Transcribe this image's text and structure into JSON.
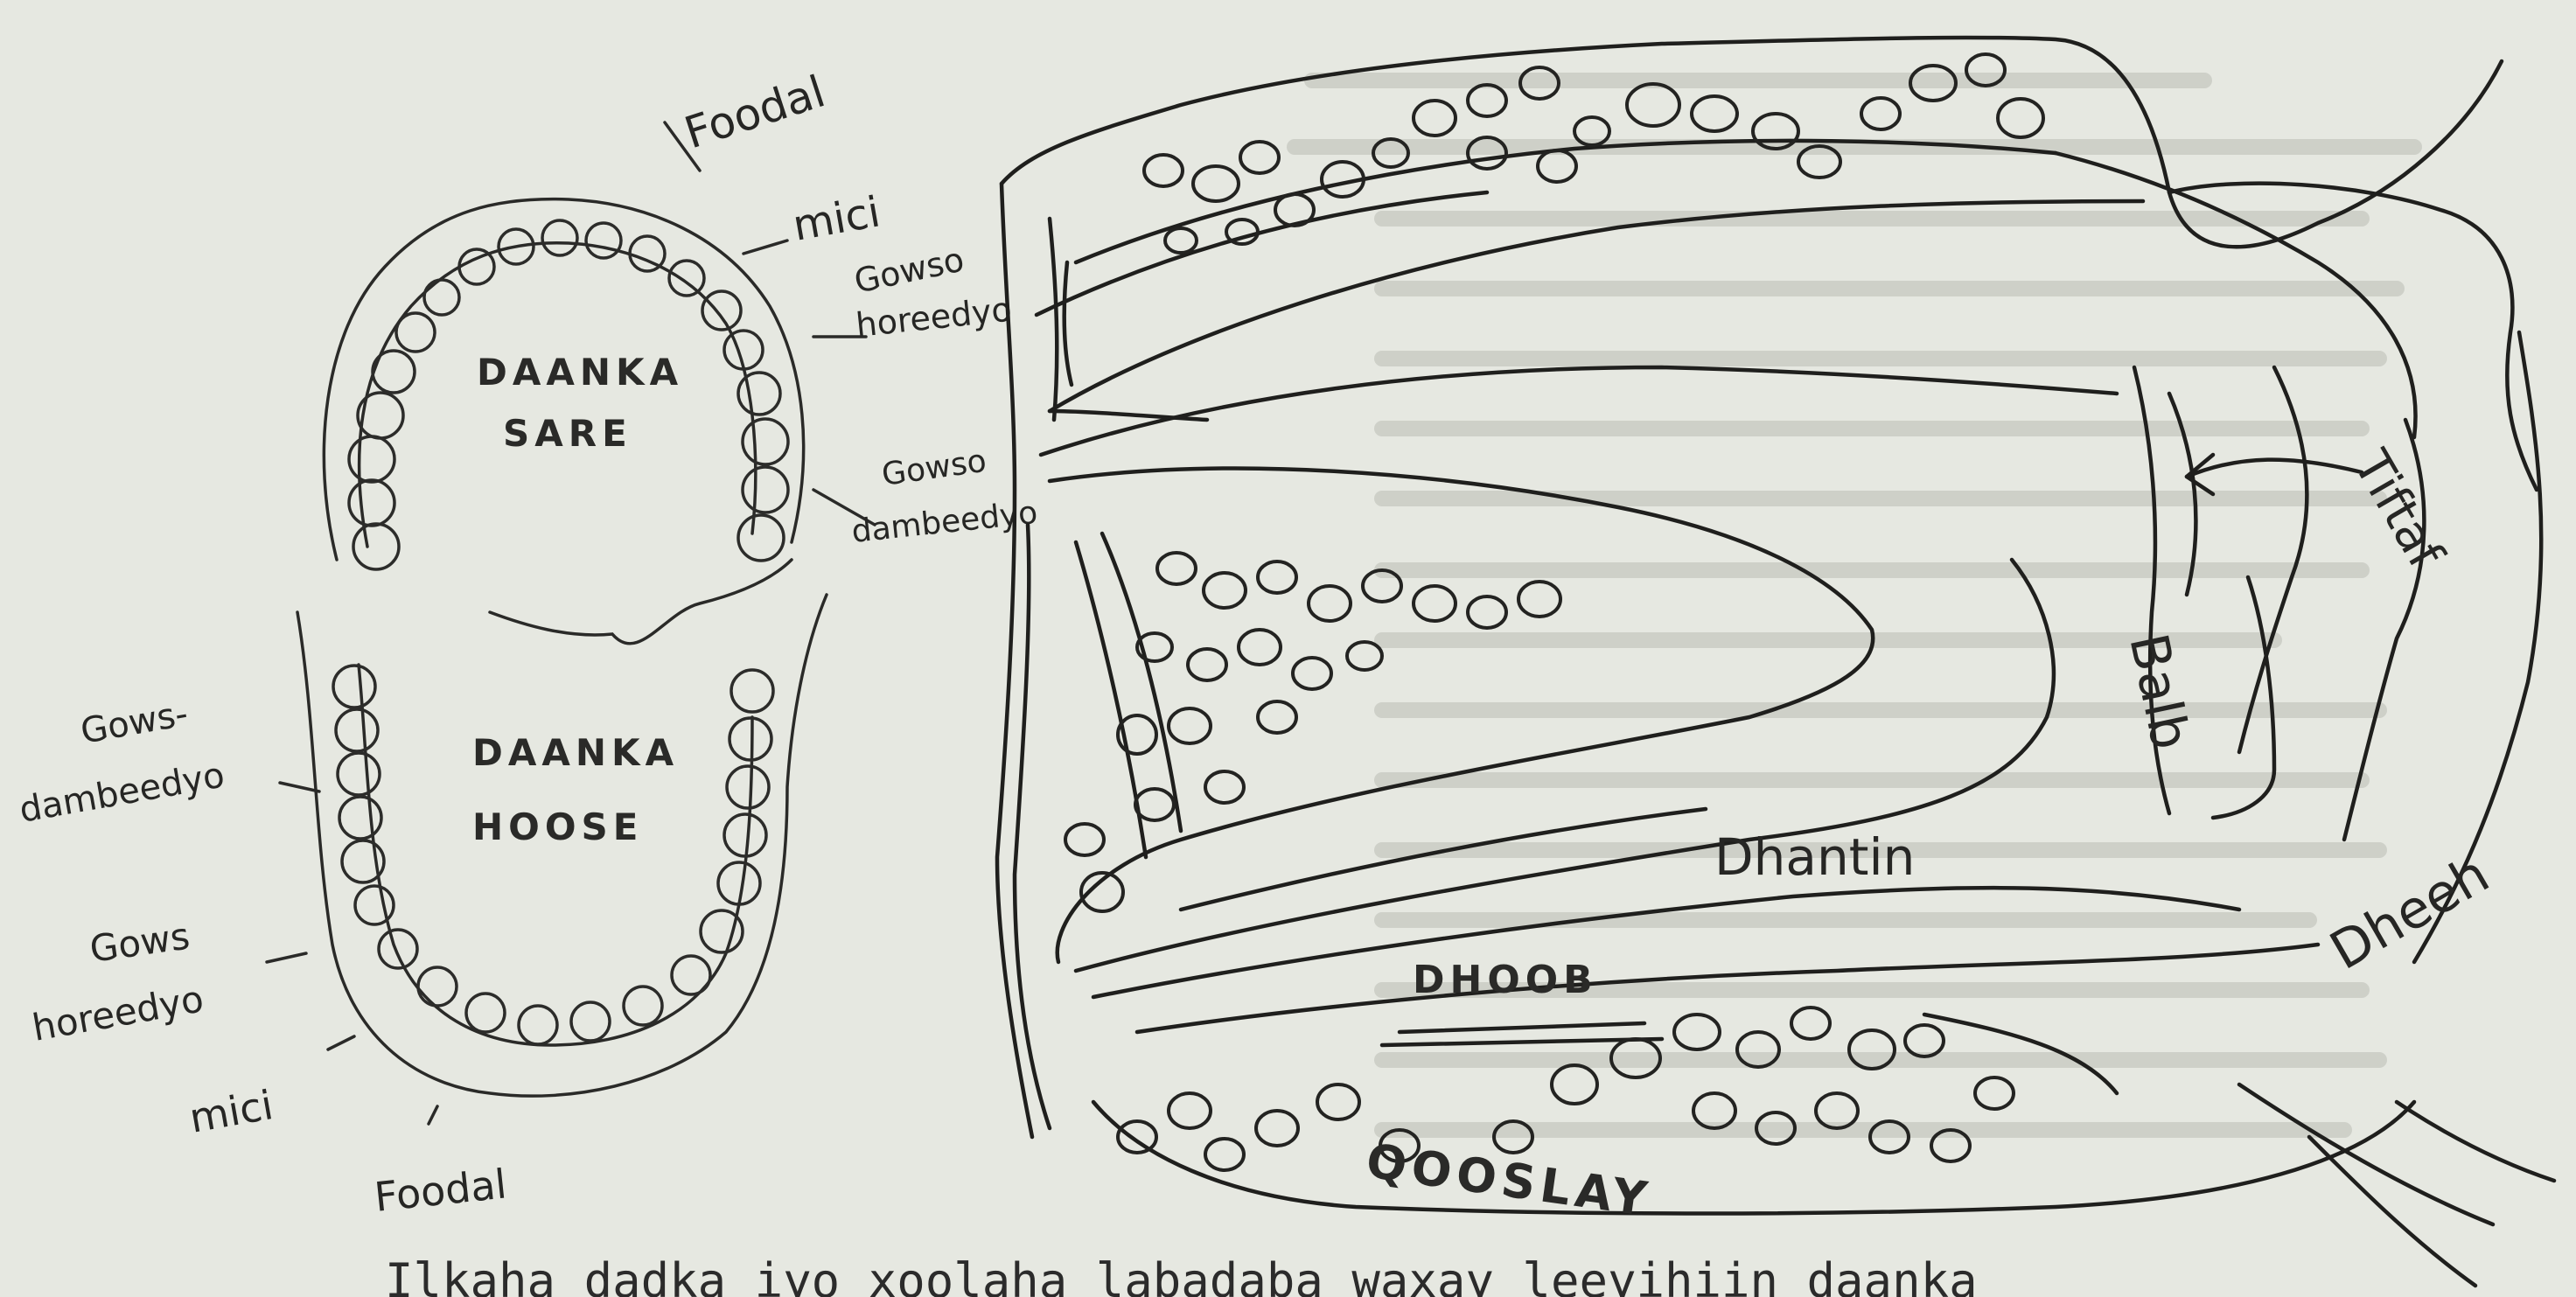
{
  "diagram": {
    "jaw_labels": {
      "upper": [
        "DAANKA",
        "SARE"
      ],
      "lower": [
        "DAANKA",
        "HOOSE"
      ]
    },
    "left_labels": {
      "foodal_top": "Foodal",
      "mici_top": "mici",
      "gows_hore_top": [
        "Gowso",
        "horeedyo"
      ],
      "gows_dambe_top": [
        "Gowso",
        "dambeedyo"
      ],
      "gows_dambe_left": [
        "Gows-",
        "dambeedyo"
      ],
      "gows_hore_left": [
        "Gows",
        "horeedyo"
      ],
      "mici_bottom": "mici",
      "foodal_bottom": "Foodal"
    },
    "right_labels": {
      "tiftaf": "Tiftaf",
      "balb": "Balb",
      "dheeh": "Dheeh",
      "dhantin": "Dhantin",
      "dhoob": "DHOOB",
      "qooslay": "QOOSLAY"
    },
    "typed_caption": "Ilkaha dadka iyo xoolaha labadaba waxay leeyihiin daanka"
  }
}
